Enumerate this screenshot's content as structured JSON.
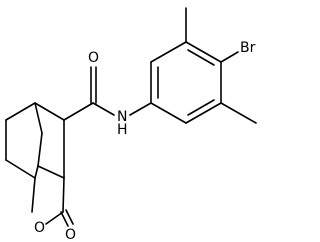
{
  "molecule": {
    "atoms": {
      "bromine": "Br",
      "amide_nitrogen": "N",
      "amide_hydrogen": "H",
      "amide_oxygen": "O",
      "ring_oxygen": "O",
      "lactone_carbonyl_oxygen": "O"
    }
  },
  "colors": {
    "bond": "#000000",
    "label": "#000000",
    "background": "#ffffff"
  }
}
